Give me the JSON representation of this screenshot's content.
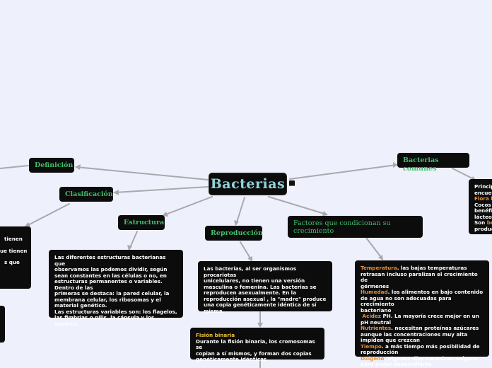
{
  "central": {
    "title": "Bacterias"
  },
  "topics": {
    "definicion": "Definición",
    "clasificacion": "Clasificación",
    "estructura": "Estructura",
    "reproduccion": "Reproducción",
    "factores": "Factores que condicionan su crecimiento",
    "comunes": "Bacterias comunes"
  },
  "estructura_text": [
    "Las diferentes estructuras bacterianas que",
    "observamos  las podemos dividir, según",
    "sean constantes en las células o no, en",
    "estructuras permanentes o variables.",
    "Dentro de las",
    "primeras se destaca: la pared celular, la",
    "membrana celular, los ribosomas y el",
    "material genético.",
    "Las estructuras variables son: los flagelos,",
    "las fimbrias o pilis, la cápsula y los esporos."
  ],
  "reproduccion_text": [
    "Las bacterias, al ser organismos procariotas",
    "unicelulares, no tienen una versión",
    "masculina o femenina. Las bacterias se",
    "reproducen asexualmente. En la",
    "reproducción asexual , la \"madre\" produce",
    "una copia genéticamente idéntica de sí",
    "misma."
  ],
  "fision": {
    "title": "Fisión binaria",
    "lines": [
      "Durante la fisión binaria, los cromosomas se",
      "copian a sí mismos, y forman dos copias",
      "genéticamente idénticas"
    ]
  },
  "factores_text": {
    "t1_key": "Temperatura",
    "t1_rest": ". las bajas temperaturas",
    "t1_l2": "retrasan incluso paralizan el crecimiento de",
    "t1_l3": "gérmenes",
    "h_key": "Humedad",
    "h_rest": ". los alimentos en bajo contenido",
    "h_l2": "de agua no son adecuadas para crecimiento",
    "h_l3": "bacteriano",
    "a_key": " Acidez",
    "a_rest": " PH. La mayoría crece mejor en un",
    "a_l2": "pH neutral",
    "n_key": "Nutrientes",
    "n_rest": ". necesitan proteínas azúcares",
    "n_l2": "aunque las concentraciones muy alta",
    "n_l3": "impiden que crezcan",
    "ti_key": "Tiempo",
    "ti_rest": ". a más tiempo más  posibilidad de",
    "ti_l2": "reproducción",
    "o_key": "Oxígeno",
    "o_rest": ". algunos días necesitan  oxígeno",
    "o_l2": "para poder desarrollarse"
  },
  "comunes_text": {
    "l1": "Princip",
    "l2": "encuen",
    "l3_key": "Flora l",
    "l4": "Cocos",
    "l5": "benéfi",
    "l6": "lácteo",
    "l7_a": "Son ",
    "l7_key": "be",
    "l8": "produc"
  },
  "clasif_text": {
    "l1": "tienen",
    "l2": "ue tienen",
    "l3": "s que"
  },
  "colors": {
    "background": "#eef0fb",
    "node": "#0c0c0c",
    "topic_text": "#3fbf6a",
    "central_text": "#8fd4d8",
    "highlight": "#e8903a",
    "connector": "#a9a9ad"
  }
}
